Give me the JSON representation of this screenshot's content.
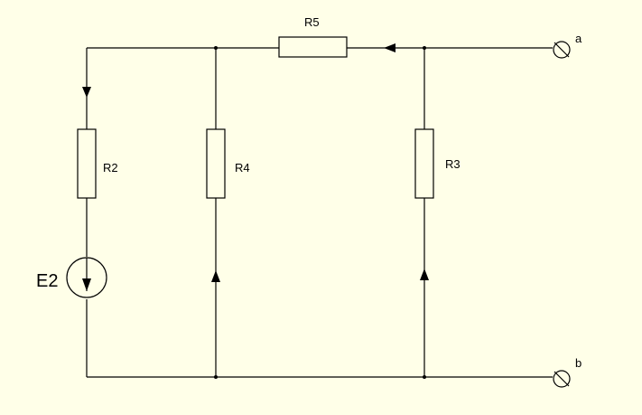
{
  "diagram": {
    "background": "#ffffe8",
    "line_color": "#000000",
    "labels": {
      "r5": "R5",
      "r2": "R2",
      "r4": "R4",
      "r3": "R3",
      "e2": "E2",
      "terminal_a": "a",
      "terminal_b": "b"
    }
  }
}
